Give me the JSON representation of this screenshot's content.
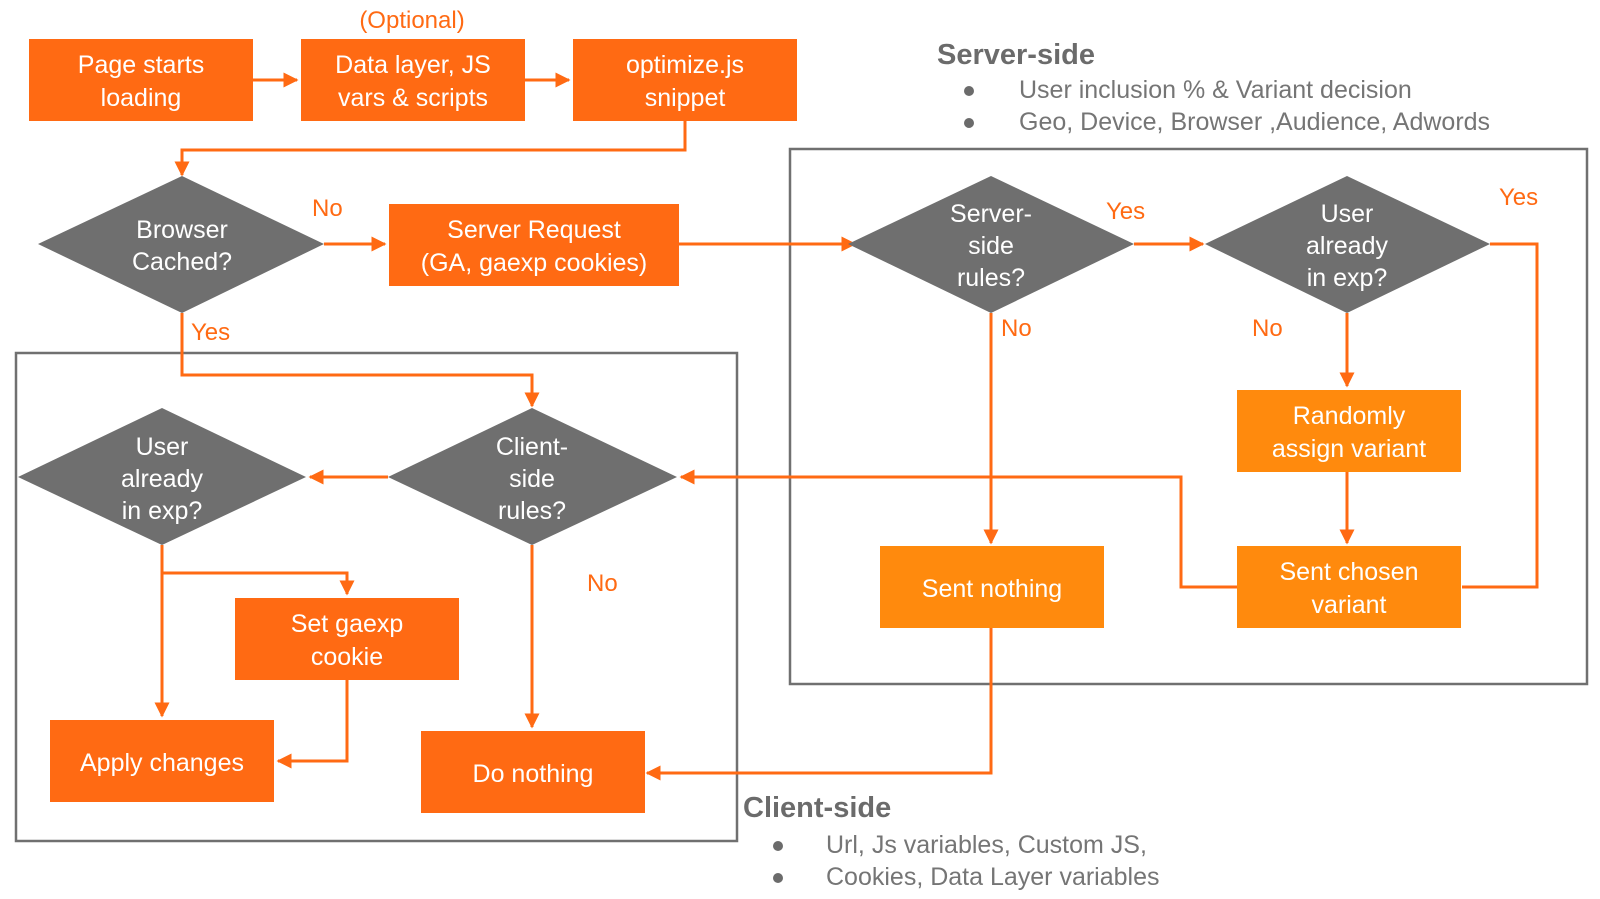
{
  "colors": {
    "box_primary": "#ff6a13",
    "box_secondary": "#ff8a0d",
    "decision": "#6f6f6f",
    "connector": "#ff6a13",
    "frame": "#707070",
    "heading": "#6b6b6b"
  },
  "optional_label": "(Optional)",
  "boxes": {
    "page_starts": [
      "Page starts",
      "loading"
    ],
    "data_layer": [
      "Data layer, JS",
      "vars & scripts"
    ],
    "optimize_snippet": [
      "optimize.js",
      "snippet"
    ],
    "server_request": [
      "Server Request",
      "(GA, gaexp cookies)"
    ],
    "randomly_assign": [
      "Randomly",
      "assign variant"
    ],
    "sent_nothing": [
      "Sent nothing"
    ],
    "sent_chosen": [
      "Sent chosen",
      "variant"
    ],
    "set_gaexp": [
      "Set gaexp",
      "cookie"
    ],
    "apply_changes": [
      "Apply changes"
    ],
    "do_nothing": [
      "Do nothing"
    ]
  },
  "decisions": {
    "browser_cached": [
      "Browser",
      "Cached?"
    ],
    "server_side_rules": [
      "Server-",
      "side",
      "rules?"
    ],
    "server_user_in_exp": [
      "User",
      "already",
      "in exp?"
    ],
    "client_side_rules": [
      "Client-",
      "side",
      "rules?"
    ],
    "client_user_in_exp": [
      "User",
      "already",
      "in exp?"
    ]
  },
  "edge_labels": {
    "cached_no": "No",
    "cached_yes": "Yes",
    "server_rules_yes": "Yes",
    "server_rules_no": "No",
    "server_in_exp_yes": "Yes",
    "server_in_exp_no": "No",
    "client_rules_no": "No"
  },
  "server_side": {
    "heading": "Server-side",
    "bullets": [
      "User inclusion % & Variant decision",
      "Geo, Device, Browser ,Audience, Adwords"
    ]
  },
  "client_side": {
    "heading": "Client-side",
    "bullets": [
      "Url, Js variables, Custom JS,",
      "Cookies, Data Layer variables"
    ]
  }
}
